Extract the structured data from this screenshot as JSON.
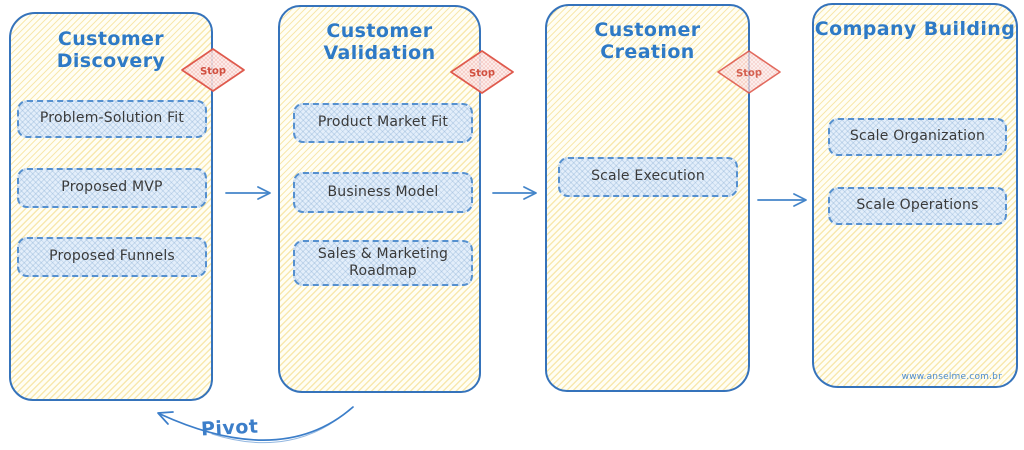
{
  "stages": [
    {
      "title": "Customer Discovery",
      "stop": "Stop",
      "items": [
        "Problem-Solution Fit",
        "Proposed MVP",
        "Proposed Funnels"
      ]
    },
    {
      "title": "Customer Validation",
      "stop": "Stop",
      "items": [
        "Product Market Fit",
        "Business Model",
        "Sales & Marketing Roadmap"
      ]
    },
    {
      "title": "Customer Creation",
      "stop": "Stop",
      "items": [
        "Scale Execution"
      ]
    },
    {
      "title": "Company Building",
      "items": [
        "Scale Organization",
        "Scale Operations"
      ]
    }
  ],
  "annotations": {
    "pivot": "Pivot",
    "watermark": "www.anselme.com.br"
  },
  "colors": {
    "stage_border": "#3573bb",
    "stage_fill_hatch": "#f2d676",
    "title_text": "#2e7ac6",
    "item_border": "#5590cf",
    "item_fill": "#e3eefa",
    "item_text": "#3a3a3a",
    "stop_border": "#df5a4d",
    "stop_fill": "#fbeae6",
    "stop_text": "#d14f3f",
    "arrow": "#4485c9",
    "watermark_text": "#4e8ccd"
  }
}
